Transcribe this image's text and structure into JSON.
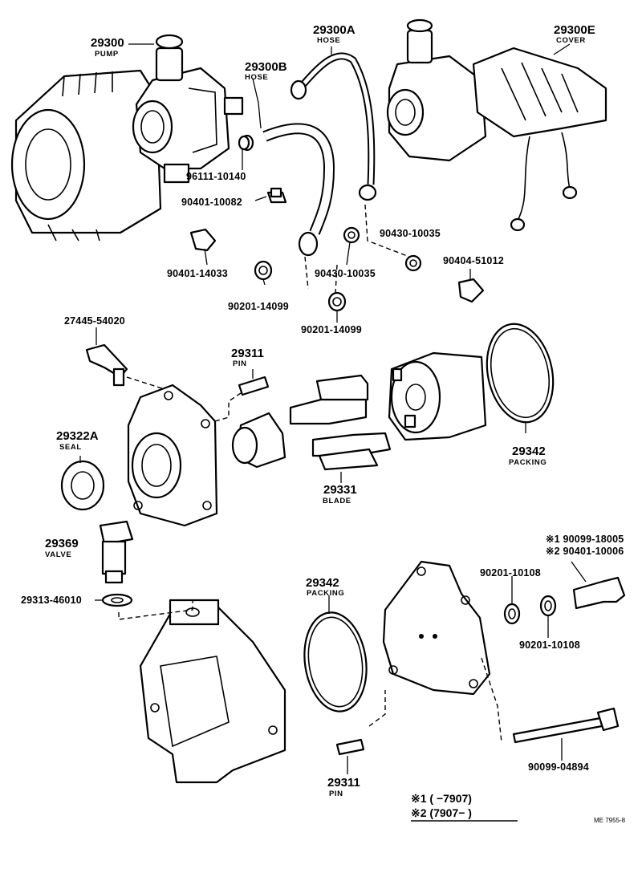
{
  "labels": {
    "pump_num": "29300",
    "pump_name": "PUMP",
    "hose_a_num": "29300A",
    "hose_a_name": "HOSE",
    "hose_b_num": "29300B",
    "hose_b_name": "HOSE",
    "cover_num": "29300E",
    "cover_name": "COVER",
    "p96111": "96111-10140",
    "p90401_10082": "90401-10082",
    "p90401_14033": "90401-14033",
    "p90430_a": "90430-10035",
    "p90430_b": "90430-10035",
    "p90404": "90404-51012",
    "p90201_14099_a": "90201-14099",
    "p90201_14099_b": "90201-14099",
    "p27445": "27445-54020",
    "pin1_num": "29311",
    "pin1_name": "PIN",
    "seal_num": "29322A",
    "seal_name": "SEAL",
    "blade_num": "29331",
    "blade_name": "BLADE",
    "packing1_num": "29342",
    "packing1_name": "PACKING",
    "valve_num": "29369",
    "valve_name": "VALVE",
    "p29313": "29313-46010",
    "packing2_num": "29342",
    "packing2_name": "PACKING",
    "p90201_10108_a": "90201-10108",
    "p90201_10108_b": "90201-10108",
    "note1": "※1 90099-18005",
    "note2": "※2 90401-10006",
    "pin2_num": "29311",
    "pin2_name": "PIN",
    "p90099_04894": "90099-04894",
    "footnote1": "※1 (        −7907)",
    "footnote2": "※2 (7907−          )",
    "code": "ME  7955-8"
  }
}
